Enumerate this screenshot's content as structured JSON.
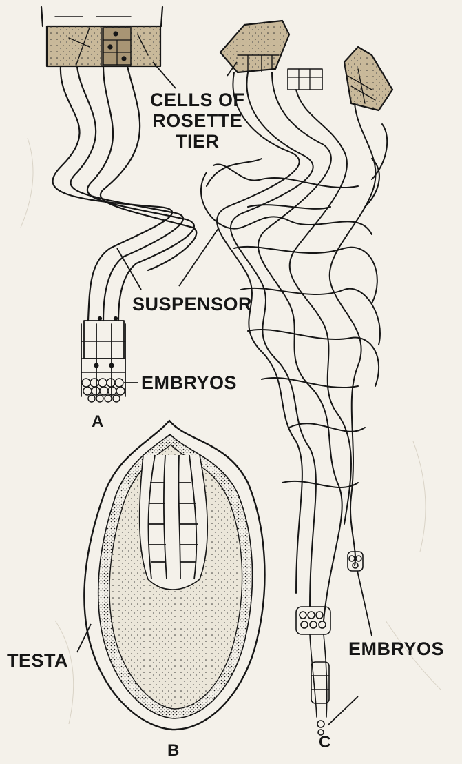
{
  "figure": {
    "panels": [
      "A",
      "B",
      "C"
    ],
    "labels": {
      "cells_of_rosette_tier": [
        "CELLS OF",
        "ROSETTE",
        "TIER"
      ],
      "suspensor": "SUSPENSOR",
      "embryos_a": "EMBRYOS",
      "embryos_c": "EMBRYOS",
      "testa": "TESTA"
    }
  },
  "colors": {
    "ink": "#161616",
    "paper": "#f4f1ea",
    "tissue_fill": "#c9b99a",
    "seed_fill": "#ebe6d9"
  }
}
